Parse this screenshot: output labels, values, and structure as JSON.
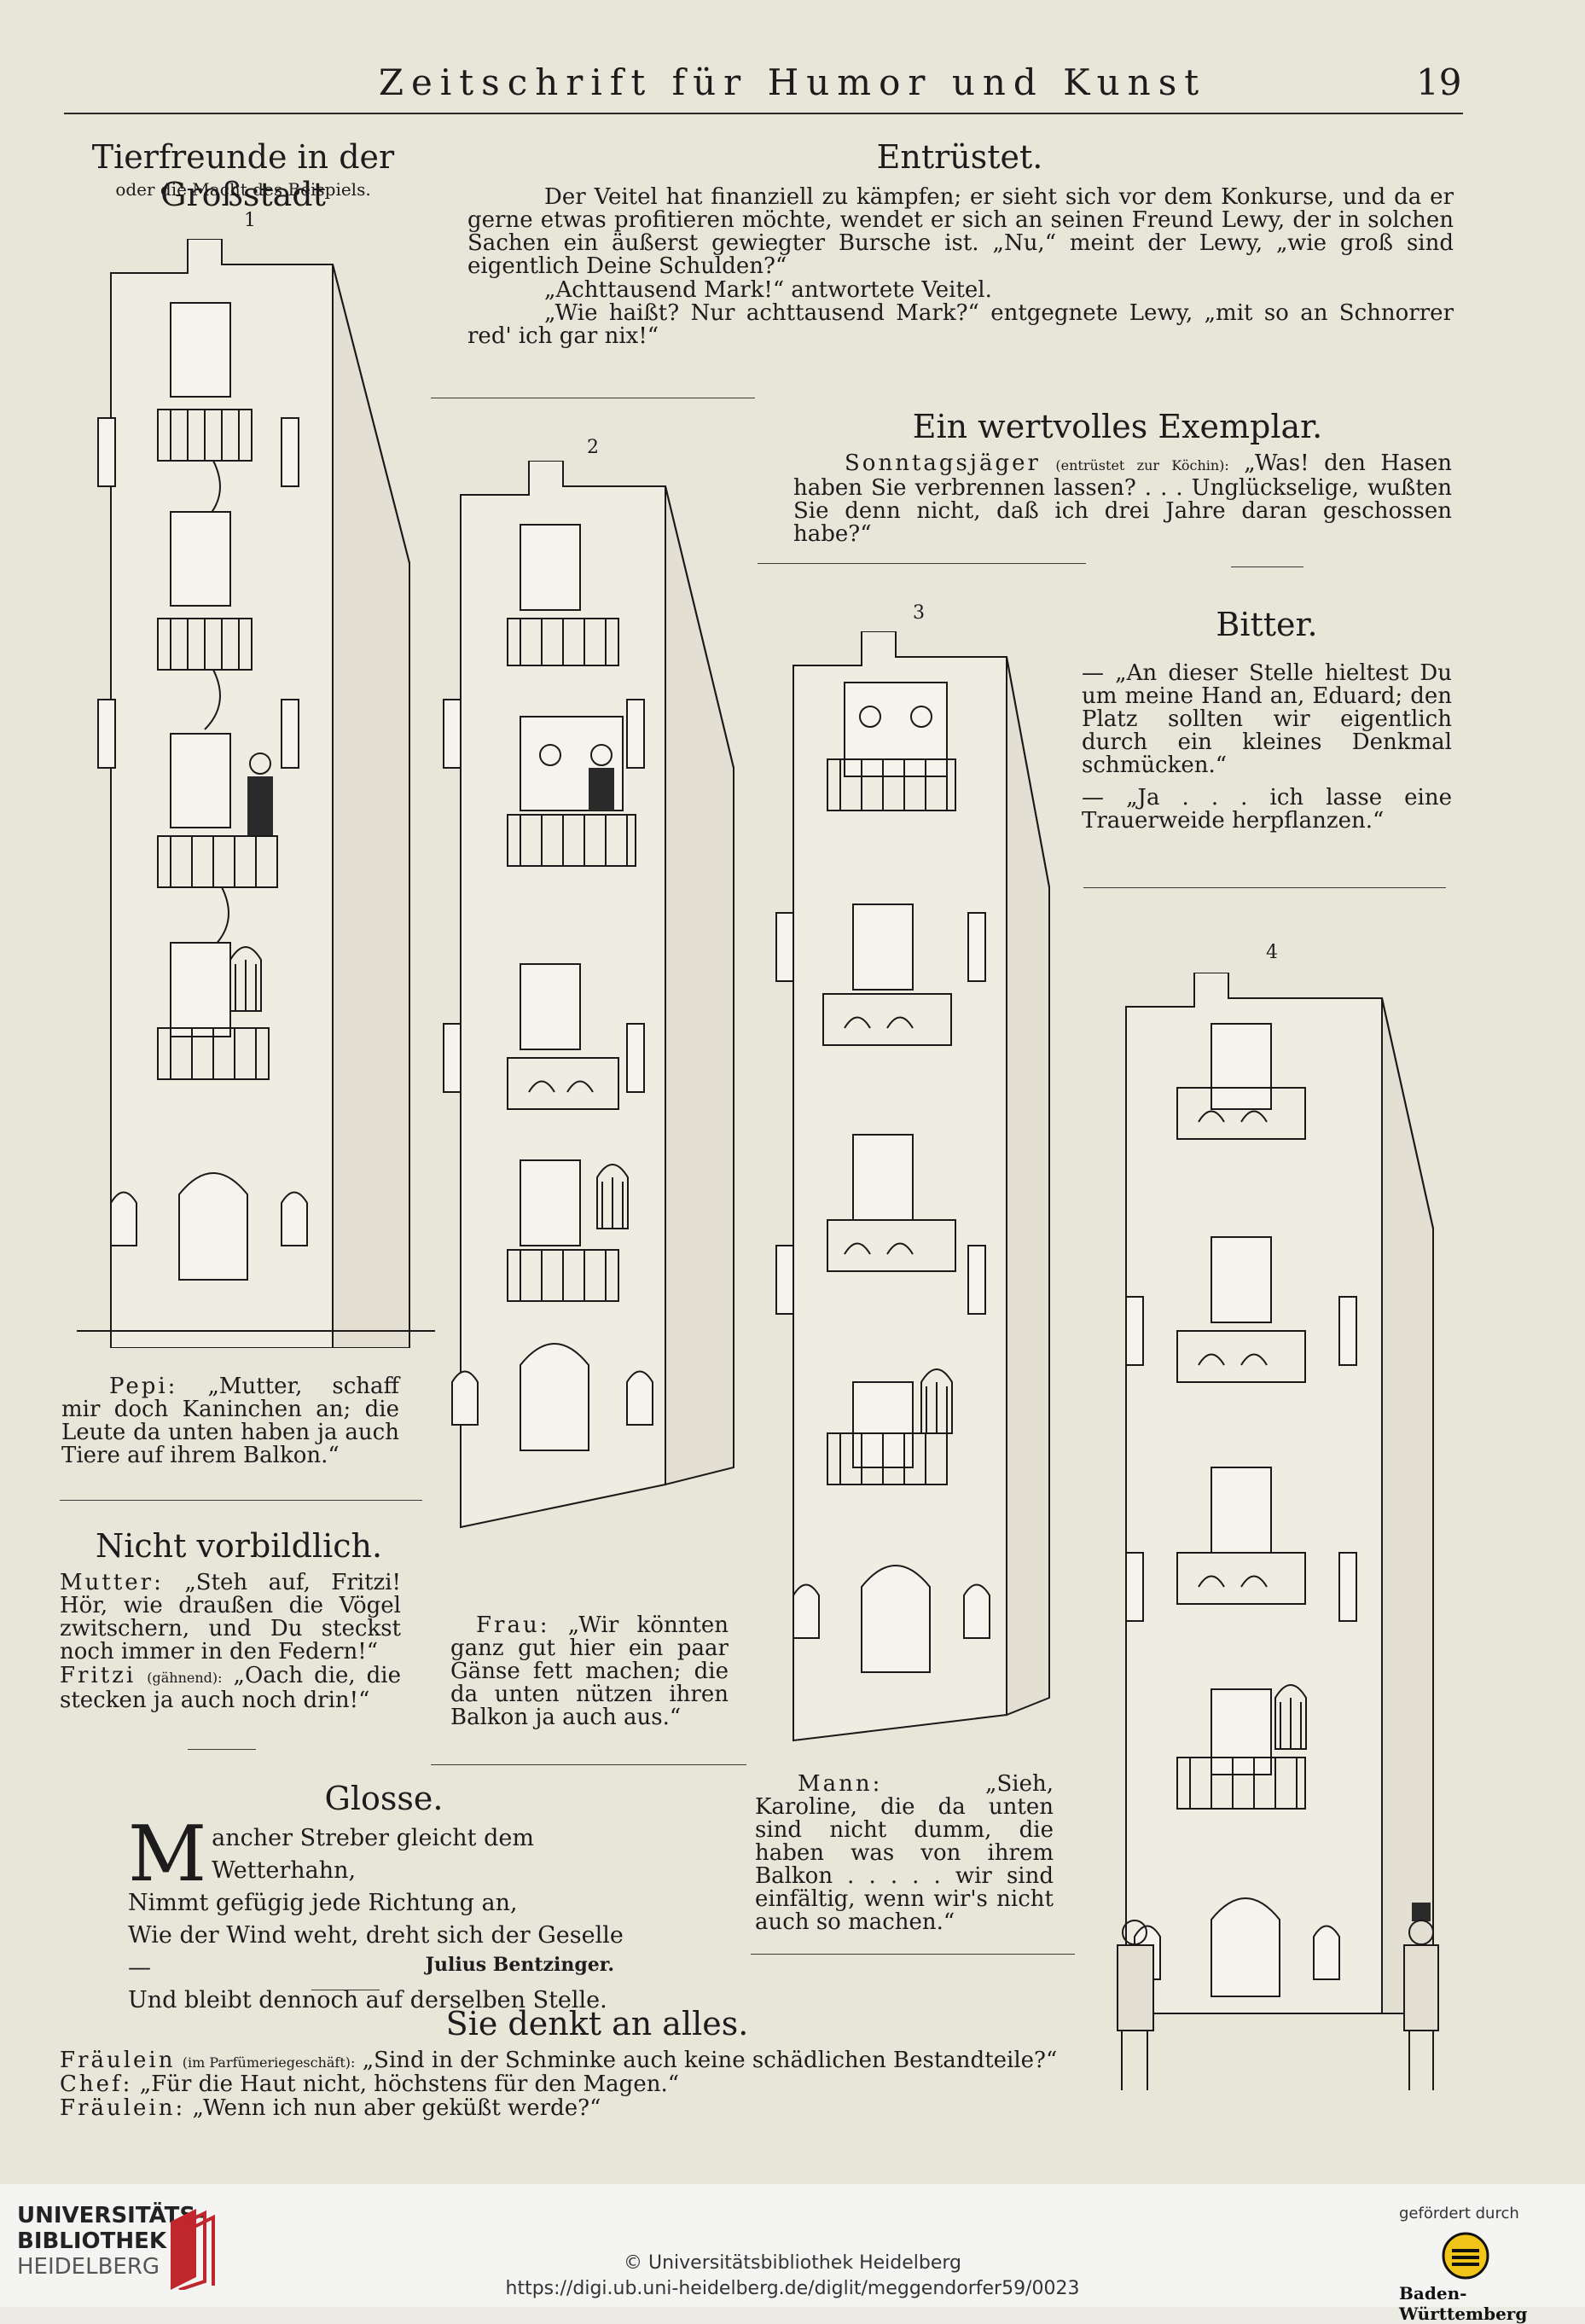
{
  "header": {
    "title": "Zeitschrift für Humor und Kunst",
    "page_number": "19"
  },
  "tierfreunde": {
    "title": "Tierfreunde in der Großstadt",
    "subtitle": "oder die Macht des Beispiels.",
    "panel_numbers": [
      "1",
      "2",
      "3",
      "4"
    ],
    "caption1": {
      "speaker": "Pepi:",
      "text": "„Mutter, schaff mir doch Kaninchen an; die Leute da unten haben ja auch Tiere auf ihrem Balkon.“"
    },
    "caption2": {
      "speaker": "Frau:",
      "text": "„Wir könnten ganz gut hier ein paar Gänse fett machen; die da unten nützen ihren Balkon ja auch aus.“"
    },
    "caption3": {
      "speaker": "Mann:",
      "text": "„Sieh, Karoline, die da unten sind nicht dumm, die haben was von ihrem Balkon . . . . . wir sind einfältig, wenn wir's nicht auch so machen.“"
    }
  },
  "entruestet": {
    "title": "Entrüstet.",
    "lines": [
      "Der Veitel hat finanziell zu kämpfen; er sieht sich vor dem Konkurse, und da er gerne etwas profitieren möchte, wendet er sich an seinen Freund Lewy, der in solchen Sachen ein äußerst gewiegter Bursche ist. „Nu,“ meint der Lewy, „wie groß sind eigentlich Deine Schulden?“",
      "„Achttausend Mark!“ antwortete Veitel.",
      "„Wie haißt? Nur achttausend Mark?“ entgegnete Lewy, „mit so an Schnorrer red' ich gar nix!“"
    ]
  },
  "exemplar": {
    "title": "Ein wertvolles Exemplar.",
    "speaker": "Sonntagsjäger",
    "aside": "(entrüstet zur Köchin):",
    "text": "„Was! den Hasen haben Sie verbrennen lassen? . . . Unglückselige, wußten Sie denn nicht, daß ich drei Jahre daran geschossen habe?“"
  },
  "bitter": {
    "title": "Bitter.",
    "line1": "— „An dieser Stelle hieltest Du um meine Hand an, Eduard; den Platz sollten wir eigentlich durch ein kleines Denkmal schmücken.“",
    "line2": "— „Ja . . . ich lasse eine Trauerweide herpflanzen.“"
  },
  "vorbildlich": {
    "title": "Nicht vorbildlich.",
    "speaker1": "Mutter:",
    "text1": "„Steh auf, Fritzi! Hör, wie draußen die Vögel zwitschern, und Du steckst noch immer in den Federn!“",
    "speaker2": "Fritzi",
    "aside2": "(gähnend):",
    "text2": "„Oach die, die stecken ja auch noch drin!“"
  },
  "glosse": {
    "title": "Glosse.",
    "dropcap": "M",
    "line1": "ancher Streber gleicht dem Wetterhahn,",
    "line2": "Nimmt gefügig jede Richtung an,",
    "line3": "Wie der Wind weht, dreht sich der Geselle —",
    "line4": "Und bleibt dennoch auf derselben Stelle.",
    "author": "Julius Bentzinger."
  },
  "alles": {
    "title": "Sie denkt an alles.",
    "speaker1": "Fräulein",
    "aside1": "(im Parfümeriegeschäft):",
    "text1": "„Sind in der Schminke auch keine schädlichen Bestandteile?“",
    "speaker2": "Chef:",
    "text2": "„Für die Haut nicht, höchstens für den Magen.“",
    "speaker3": "Fräulein:",
    "text3": "„Wenn ich nun aber geküßt werde?“"
  },
  "footer": {
    "library_line1": "UNIVERSITÄTS-",
    "library_line2": "BIBLIOTHEK",
    "library_line3": "HEIDELBERG",
    "copyright": "© Universitätsbibliothek Heidelberg",
    "url": "https://digi.ub.uni-heidelberg.de/diglit/meggendorfer59/0023",
    "funded_by": "gefördert durch",
    "funder": "Baden-Württemberg"
  }
}
